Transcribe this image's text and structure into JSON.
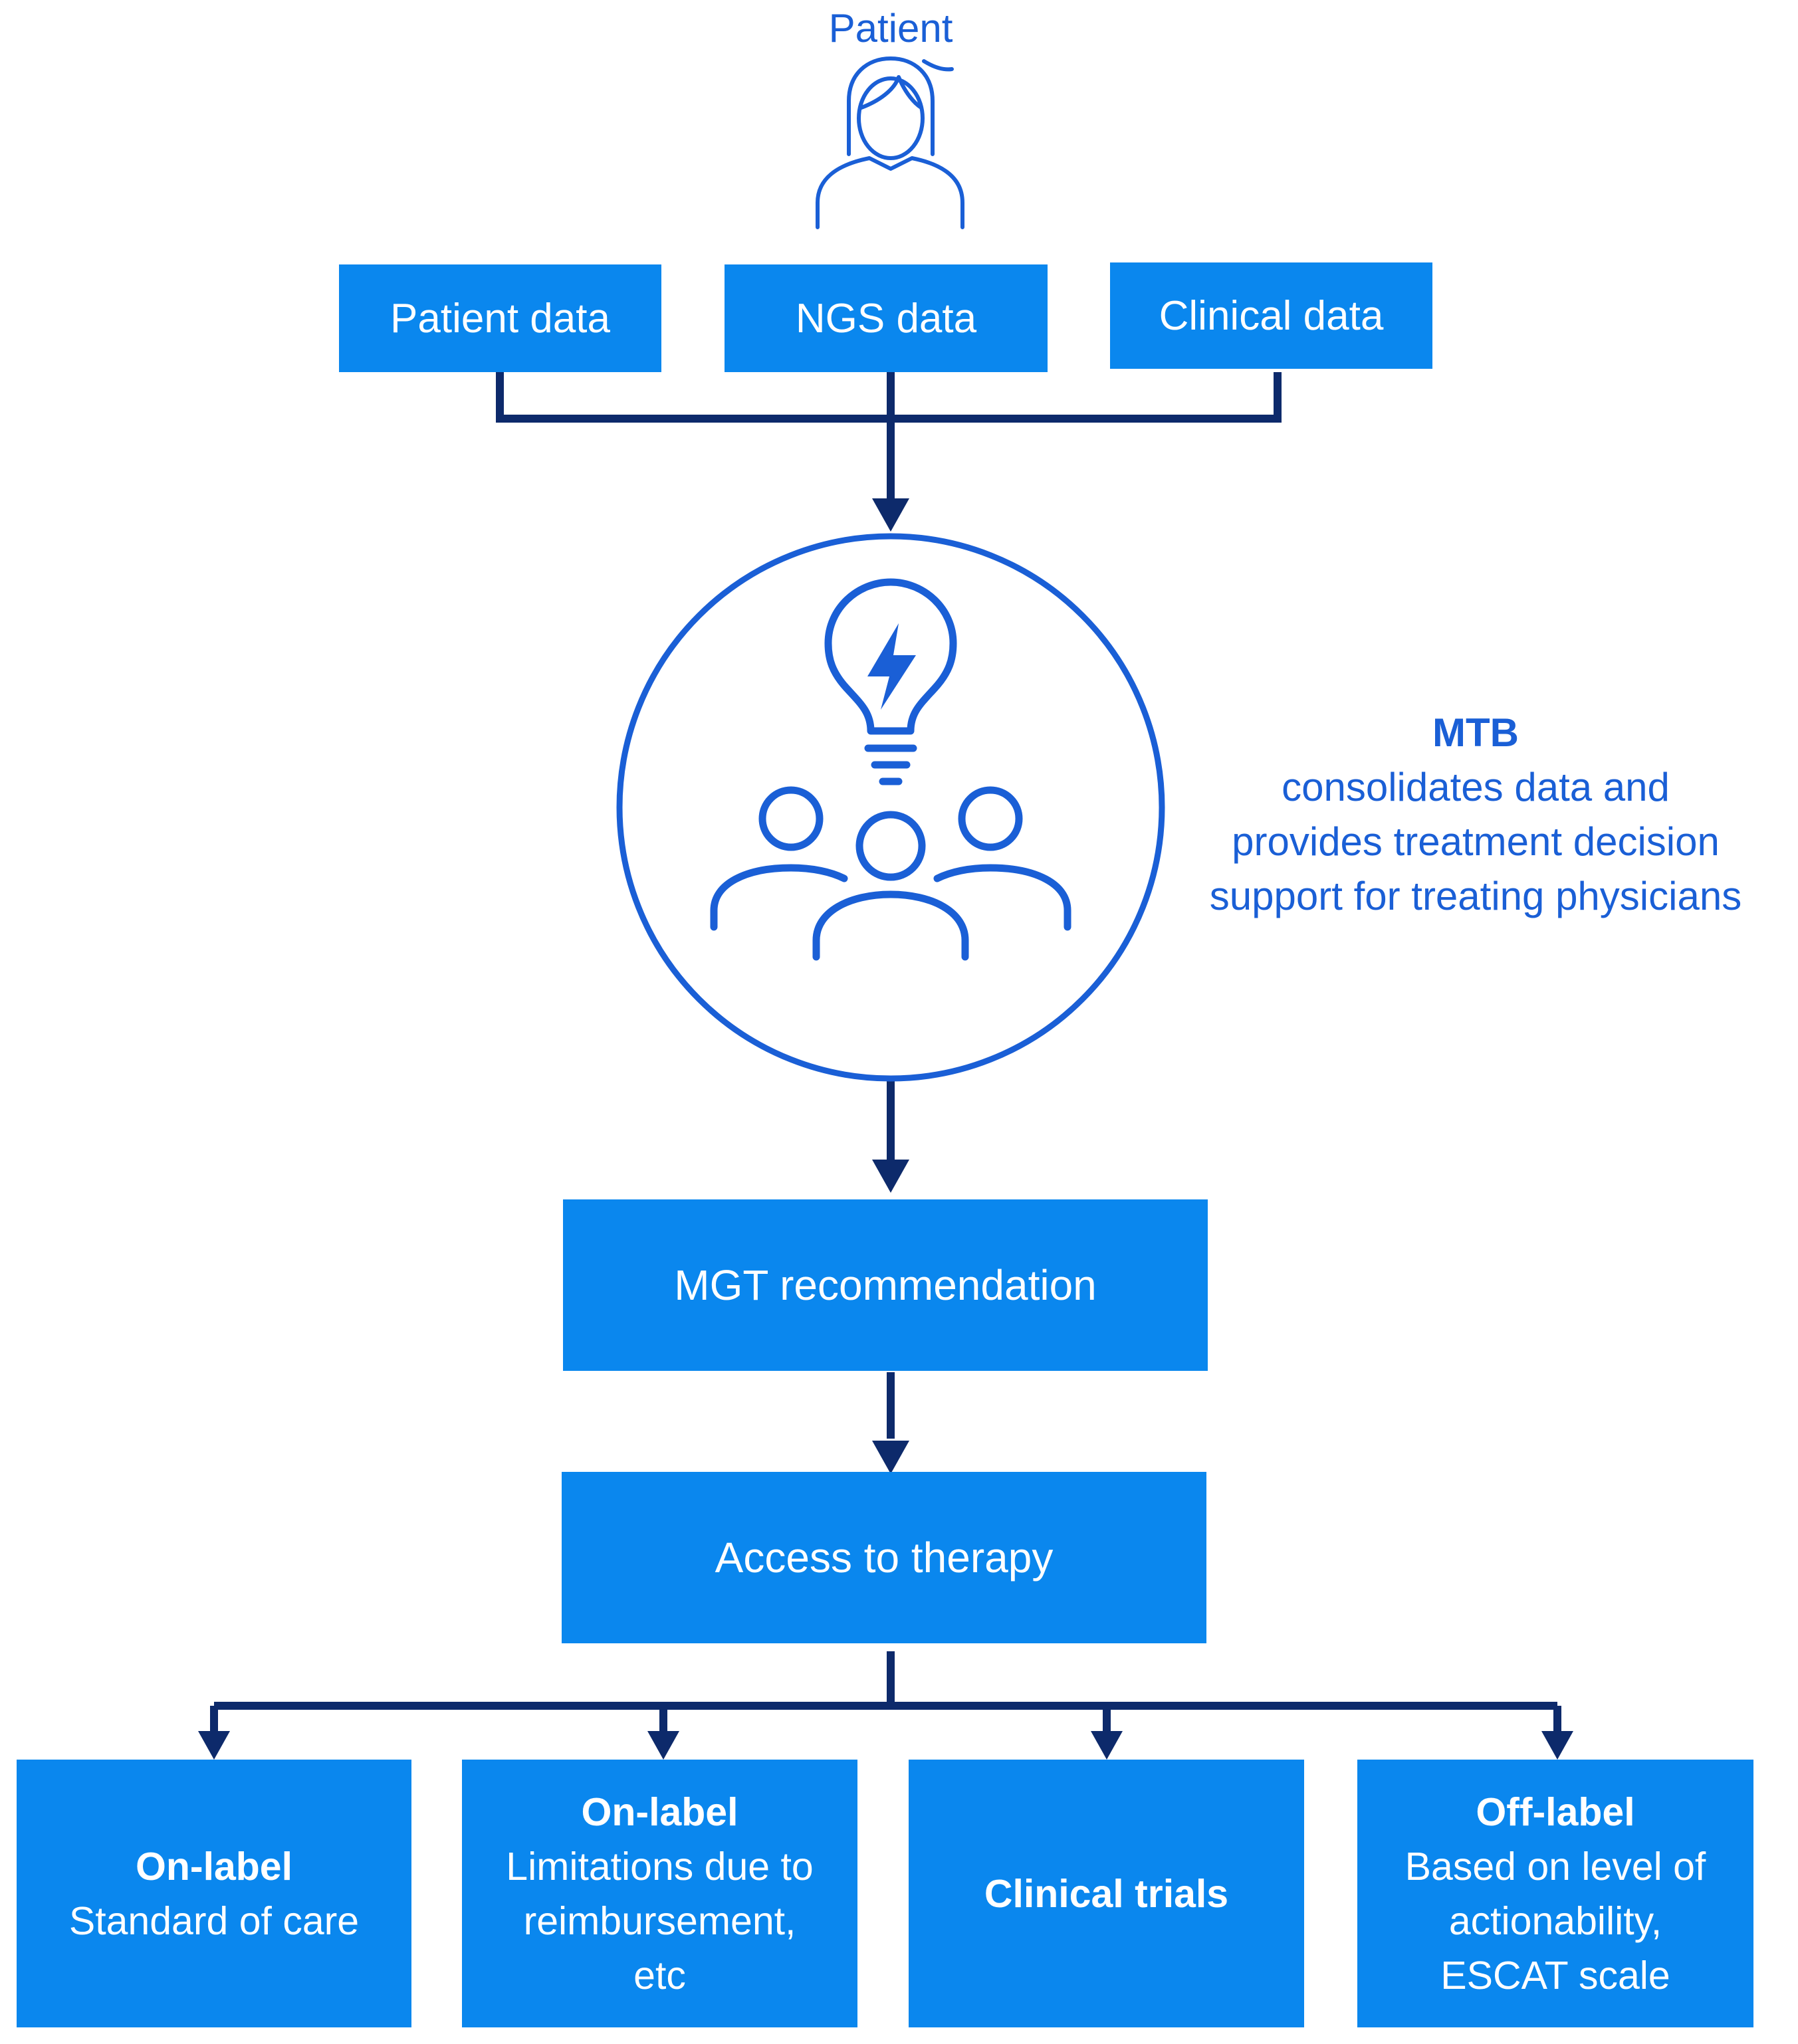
{
  "patient": {
    "title": "Patient",
    "icon": "patient-icon"
  },
  "inputs": [
    {
      "label": "Patient data"
    },
    {
      "label": "NGS data"
    },
    {
      "label": "Clinical data"
    }
  ],
  "mtb": {
    "icon": "team-idea-icon",
    "title": "MTB",
    "desc_lines": [
      "consolidates data and",
      "provides treatment decision",
      "support for treating physicians"
    ]
  },
  "recommendation": {
    "label": "MGT recommendation"
  },
  "access": {
    "label": "Access to therapy"
  },
  "outcomes": [
    {
      "title": "On-label",
      "lines": [
        "Standard of care"
      ]
    },
    {
      "title": "On-label",
      "lines": [
        "Limitations due to",
        "reimbursement,",
        "etc"
      ]
    },
    {
      "title": "Clinical trials",
      "lines": []
    },
    {
      "title": "Off-label",
      "lines": [
        "Based on level of",
        "actionability,",
        "ESCAT scale"
      ]
    }
  ],
  "colors": {
    "box": "#0a87ee",
    "accent": "#1a5fd6",
    "connector": "#0d2a6b"
  }
}
